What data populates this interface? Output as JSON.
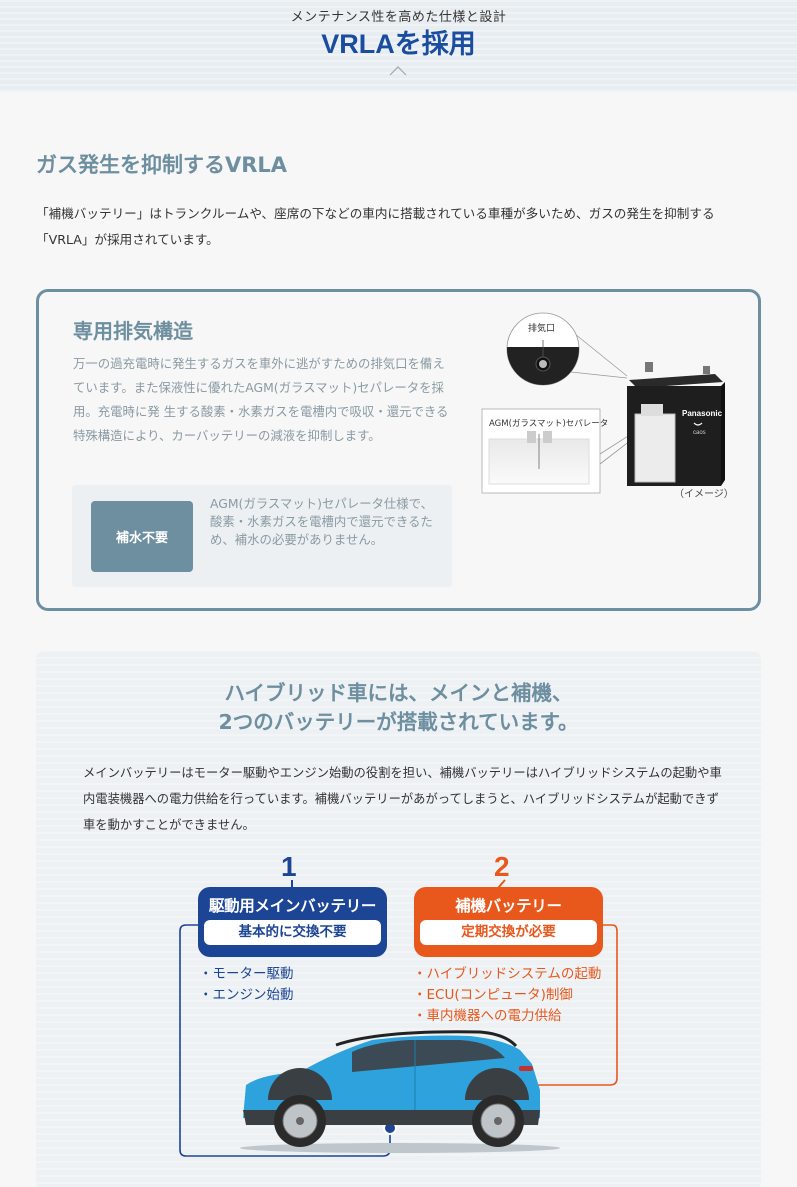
{
  "header": {
    "subtitle": "メンテナンス性を高めた仕様と設計",
    "title": "VRLAを採用",
    "collapse_icon": "chevron-up-icon"
  },
  "section": {
    "title": "ガス発生を抑制するVRLA",
    "text": "「補機バッテリー」はトランクルームや、座席の下などの車内に搭載されている車種が多いため、ガスの発生を抑制する「VRLA」が採用されています。"
  },
  "exhaust_card": {
    "title": "専用排気構造",
    "text": "万一の過充電時に発生するガスを車外に逃がすための排気口を備えています。また保液性に優れたAGM(ガラスマット)セパレータを採用。充電時に発 生する酸素・水素ガスを電槽内で吸収・還元できる特殊構造により、カーバッテリーの減液を抑制します。",
    "note_badge": "補水不要",
    "note_text": "AGM(ガラスマット)セパレータ仕様で、 酸素・水素ガスを電槽内で還元できるため、補水の必要がありません。",
    "illustration": {
      "vent_label": "排気口",
      "separator_label": "AGM(ガラスマット)セパレータ",
      "brand": "Panasonic",
      "sub_brand": "caos",
      "caption": "（イメージ）"
    }
  },
  "hybrid_panel": {
    "title_line1": "ハイブリッド車には、メインと補機、",
    "title_line2": "2つのバッテリーが搭載されています。",
    "text": "メインバッテリーはモーター駆動やエンジン始動の役割を担い、補機バッテリーはハイブリッドシステムの起動や車内電装機器への電力供給を行っています。補機バッテリーがあがってしまうと、ハイブリッドシステムが起動できず車を動かすことができません。",
    "batteries": [
      {
        "number": "1",
        "name": "駆動用メインバッテリー",
        "replacement": "基本的に交換不要",
        "roles": [
          "・モーター駆動",
          "・エンジン始動"
        ],
        "color": "#1d4596"
      },
      {
        "number": "2",
        "name": "補機バッテリー",
        "replacement": "定期交換が必要",
        "roles": [
          "・ハイブリッドシステムの起動",
          "・ECU(コンピュータ)制御",
          "・車内機器への電力供給"
        ],
        "color": "#e8581c"
      }
    ]
  },
  "colors": {
    "accent_blue": "#1a4da0",
    "muted_teal": "#6e8fa0",
    "main_battery": "#1d4596",
    "aux_battery": "#e8581c",
    "car_body": "#2ea2dd"
  }
}
